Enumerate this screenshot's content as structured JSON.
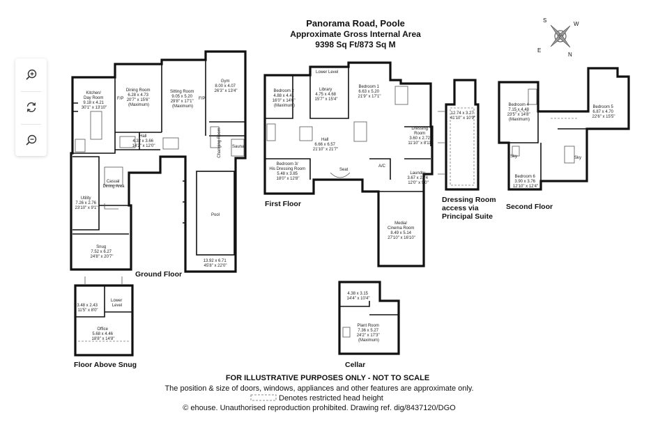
{
  "header": {
    "title": "Panorama Road, Poole",
    "subtitle": "Approximate Gross Internal Area",
    "area": "9398 Sq Ft/873 Sq M"
  },
  "compass": {
    "s": "S",
    "w": "W",
    "e": "E",
    "n": "N"
  },
  "zoom": {
    "in_icon": "zoom-in-icon",
    "reset_icon": "refresh-icon",
    "out_icon": "zoom-out-icon"
  },
  "floors": {
    "ground": "Ground Floor",
    "first": "First Floor",
    "second": "Second Floor",
    "snug_above": "Floor Above Snug",
    "cellar": "Cellar",
    "dressing1": "Dressing Room",
    "dressing2": "access via",
    "dressing3": "Principal Suite"
  },
  "rooms": {
    "kitchen": [
      "Kitchen/",
      "Day Room",
      "9.18 x 4.21",
      "30'1\" x 13'10\""
    ],
    "dining": [
      "Dining Room",
      "6.28 x 4.73",
      "20'7\" x 15'6\"",
      "(Maximum)"
    ],
    "sitting": [
      "Sitting Room",
      "9.05 x 5.20",
      "29'8\" x 17'1\"",
      "(Maximum)"
    ],
    "gym": [
      "Gym",
      "8.00 x 4.07",
      "26'3\" x 13'4\""
    ],
    "hall_g": [
      "Hall",
      "4.32 x 3.66",
      "14'2\" x 12'0\""
    ],
    "sauna": "Sauna",
    "changing": "Changing Room",
    "fp1": "F/P",
    "fp2": "F/P",
    "utility": [
      "Utility",
      "7.26 x 2.76",
      "23'10\" x 9'1\""
    ],
    "casual": [
      "Casual",
      "Dining Area"
    ],
    "snug": [
      "Snug",
      "7.52 x 6.27",
      "24'8\" x 20'7\""
    ],
    "pool": "Pool",
    "pool_dims": [
      "13.92 x 6.71",
      "45'8\" x 22'0\""
    ],
    "lower_level": "Lower Level",
    "bed2": [
      "Bedroom 2",
      "4.88 x 4.41",
      "16'0\" x 14'6\"",
      "(Maximum)"
    ],
    "library": [
      "Library",
      "4.75 x 4.68",
      "15'7\" x 15'4\""
    ],
    "bed1": [
      "Bedroom 1",
      "6.63 x 5.20",
      "21'9\" x 17'1\""
    ],
    "hall_f": [
      "Hall",
      "6.66 x 6.57",
      "21'10\" x 21'7\""
    ],
    "dressing_room_f": [
      "Dressing",
      "Room",
      "3.60 x 2.72",
      "11'10\" x 8'11\""
    ],
    "bed3": [
      "Bedroom 3/",
      "His Dressing Room",
      "5.48 x 3.85",
      "18'0\" x 12'8\""
    ],
    "seat": "Seat",
    "ac": "A/C",
    "laundry": [
      "Laundry",
      "3.67 x 2.74",
      "12'0\" x 9'0\""
    ],
    "media": [
      "Media/",
      "Cinema Room",
      "8.49 x 5.14",
      "27'10\" x 16'10\""
    ],
    "dressing_dims": [
      "12.74 x 3.27",
      "41'10\" x 10'9\""
    ],
    "bed4": [
      "Bedroom 4",
      "7.15 x 4.48",
      "23'5\" x 14'8\"",
      "(Maximum)"
    ],
    "bed5": [
      "Bedroom 5",
      "6.87 x 4.70",
      "22'6\" x 15'5\""
    ],
    "bed6": [
      "Bedroom 6",
      "3.90 x 3.76",
      "12'10\" x 12'4\""
    ],
    "sky1": "Sky",
    "sky2": "Sky",
    "snug_above_dims": [
      "3.48 x 2.43",
      "11'5\" x 8'0\""
    ],
    "lower_level2": [
      "Lower",
      "Level"
    ],
    "office": [
      "Office",
      "5.68 x 4.46",
      "18'8\" x 14'8\""
    ],
    "cellar_room": [
      "4.38 x 3.15",
      "14'4\" x 10'4\""
    ],
    "plant": [
      "Plant Room",
      "7.36 x 5.27",
      "24'2\" x 17'3\"",
      "(Maximum)"
    ]
  },
  "footer": {
    "line1": "FOR ILLUSTRATIVE PURPOSES ONLY - NOT TO SCALE",
    "line2": "The position & size of doors, windows, appliances and other features are approximate only.",
    "line3": "Denotes restricted head height",
    "line4": "© ehouse. Unauthorised reproduction prohibited. Drawing ref. dig/8437120/DGO"
  }
}
